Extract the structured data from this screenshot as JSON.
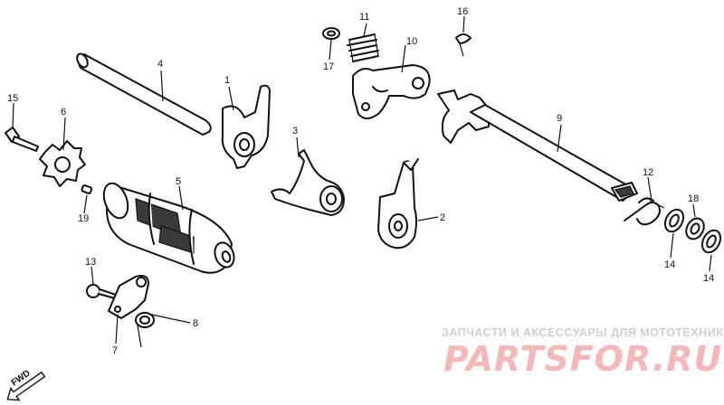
{
  "callouts": [
    "1",
    "2",
    "3",
    "4",
    "5",
    "6",
    "7",
    "8",
    "9",
    "10",
    "11",
    "12",
    "13",
    "14",
    "14",
    "15",
    "16",
    "17",
    "18",
    "19"
  ],
  "direction_label": "FWD",
  "watermark": {
    "caption": "ЗАПЧАСТИ И АКСЕССУАРЫ ДЛЯ МОТОТЕХНИКИ",
    "brand": "PARTSFOR.RU",
    "color": "#f4b8b8"
  }
}
